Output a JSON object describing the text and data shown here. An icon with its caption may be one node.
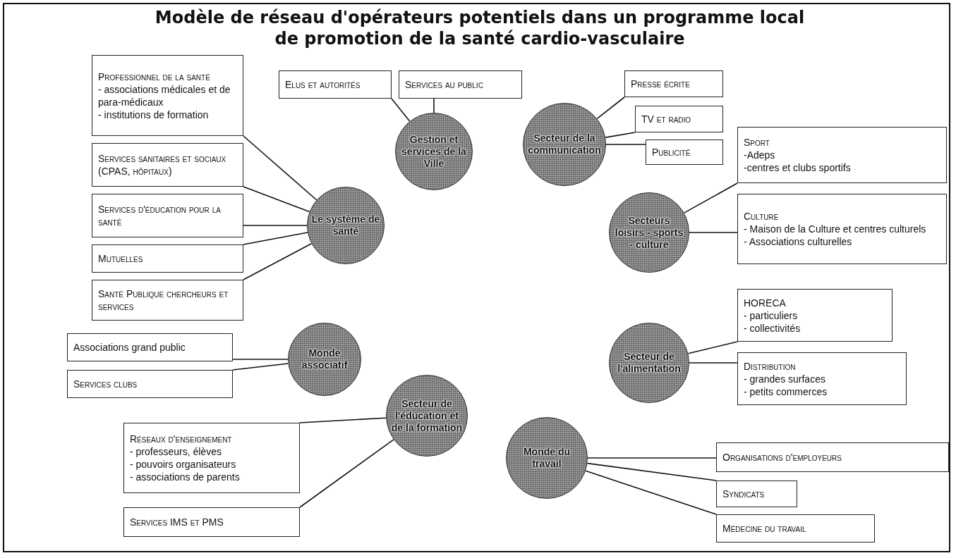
{
  "diagram": {
    "title": "Modèle de réseau d'opérateurs potentiels dans un programme local de promotion de la santé cardio-vasculaire",
    "nodes": [
      {
        "text": [
          "Professionnel de la santé",
          "- associations médicales et de para-médicaux",
          "- institutions de formation"
        ]
      },
      {
        "text": [
          "Elus et autorités"
        ]
      },
      {
        "text": [
          "Services au public"
        ]
      },
      {
        "text": [
          "Presse écrite"
        ]
      },
      {
        "text": [
          "TV et radio"
        ]
      },
      {
        "text": [
          "Publicité"
        ]
      },
      {
        "text": [
          "Services sanitaires et sociaux (CPAS, hôpitaux)"
        ]
      },
      {
        "text": [
          "Gestion et services de la Ville"
        ]
      },
      {
        "text": [
          "Secteur de la communication"
        ]
      },
      {
        "text": [
          "Sport",
          "-Adeps",
          "-centres et clubs sportifs"
        ]
      },
      {
        "text": [
          "Services d'éducation pour la santé"
        ]
      },
      {
        "text": [
          "Le système de santé"
        ]
      },
      {
        "text": [
          "Secteurs loisirs - sports - culture"
        ]
      },
      {
        "text": [
          "Culture",
          "- Maison de la Culture et centres culturels",
          "- Associations culturelles"
        ]
      },
      {
        "text": [
          "Mutuelles"
        ]
      },
      {
        "text": [
          "Santé Publique chercheurs et services"
        ]
      },
      {
        "text": [
          "Monde associatif"
        ]
      },
      {
        "text": [
          "HORECA",
          "- particuliers",
          "- collectivités"
        ]
      },
      {
        "text": [
          "Associations grand public"
        ]
      },
      {
        "text": [
          "Services clubs"
        ]
      },
      {
        "text": [
          "Secteur de l'alimentation"
        ]
      },
      {
        "text": [
          "Distribution",
          "- grandes surfaces",
          "- petits commerces"
        ]
      },
      {
        "text": [
          "Réseaux d'enseignement",
          "- professeurs, élèves",
          "- pouvoirs organisateurs",
          "- associations de parents"
        ]
      },
      {
        "text": [
          "Secteur de l'éducation et de la formation"
        ]
      },
      {
        "text": [
          "Monde du travail"
        ]
      },
      {
        "text": [
          "Organisations d'employeurs"
        ]
      },
      {
        "text": [
          "Syndicats"
        ]
      },
      {
        "text": [
          "Services IMS et PMS"
        ]
      },
      {
        "text": [
          "Médecine du travail"
        ]
      }
    ],
    "edges": [
      {
        "from": 11,
        "to": 0,
        "arrow": "none"
      },
      {
        "from": 11,
        "to": 6,
        "arrow": "none"
      },
      {
        "from": 11,
        "to": 10,
        "arrow": "none"
      },
      {
        "from": 11,
        "to": 14,
        "arrow": "none"
      },
      {
        "from": 11,
        "to": 15,
        "arrow": "none"
      },
      {
        "from": 7,
        "to": 1,
        "arrow": "none"
      },
      {
        "from": 7,
        "to": 2,
        "arrow": "none"
      },
      {
        "from": 8,
        "to": 3,
        "arrow": "none"
      },
      {
        "from": 8,
        "to": 4,
        "arrow": "none"
      },
      {
        "from": 8,
        "to": 5,
        "arrow": "none"
      },
      {
        "from": 12,
        "to": 9,
        "arrow": "none"
      },
      {
        "from": 12,
        "to": 13,
        "arrow": "none"
      },
      {
        "from": 16,
        "to": 18,
        "arrow": "none"
      },
      {
        "from": 16,
        "to": 19,
        "arrow": "none"
      },
      {
        "from": 20,
        "to": 17,
        "arrow": "none"
      },
      {
        "from": 20,
        "to": 21,
        "arrow": "none"
      },
      {
        "from": 23,
        "to": 22,
        "arrow": "none"
      },
      {
        "from": 23,
        "to": 27,
        "arrow": "none"
      },
      {
        "from": 24,
        "to": 25,
        "arrow": "none"
      },
      {
        "from": 24,
        "to": 26,
        "arrow": "none"
      },
      {
        "from": 24,
        "to": 28,
        "arrow": "none"
      }
    ]
  }
}
